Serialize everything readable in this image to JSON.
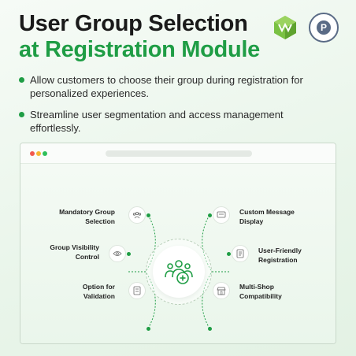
{
  "header": {
    "title_line1": "User Group Selection",
    "title_line2": "at Registration Module"
  },
  "logos": {
    "left": "mg-logo-icon",
    "right": "partner-badge-icon",
    "right_badge_letter": "P"
  },
  "bullets": [
    "Allow customers to choose their group during registration for personalized experiences.",
    "Streamline user segmentation and access management effortlessly."
  ],
  "features_left": [
    {
      "line1": "Mandatory Group",
      "line2": "Selection",
      "icon": "group-people-icon"
    },
    {
      "line1": "Group Visibility",
      "line2": "Control",
      "icon": "eye-icon"
    },
    {
      "line1": "Option for",
      "line2": "Validation",
      "icon": "checklist-icon"
    }
  ],
  "features_right": [
    {
      "line1": "Custom Message",
      "line2": "Display",
      "icon": "message-icon"
    },
    {
      "line1": "User-Friendly",
      "line2": "Registration",
      "icon": "form-icon"
    },
    {
      "line1": "Multi-Shop",
      "line2": "Compatibility",
      "icon": "shop-icon"
    }
  ],
  "hub": {
    "icon": "user-group-add-icon"
  },
  "colors": {
    "accent": "#1f9d45",
    "title": "#1a1a1a",
    "background": "#e9f5ea"
  }
}
